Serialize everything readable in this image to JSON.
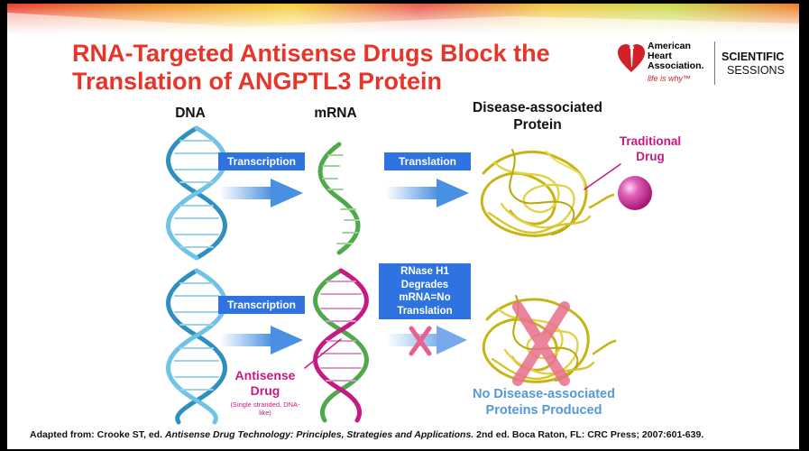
{
  "title": {
    "line1": "RNA-Targeted Antisense Drugs Block the",
    "line2": "Translation of ANGPTL3 Protein"
  },
  "logo": {
    "org_line1": "American",
    "org_line2": "Heart",
    "org_line3": "Association.",
    "tagline": "life is why™",
    "event_line1": "SCIENTIFIC",
    "event_line2": "SESSIONS"
  },
  "headings": {
    "dna": "DNA",
    "mrna": "mRNA",
    "protein_line1": "Disease-associated",
    "protein_line2": "Protein"
  },
  "top_row": {
    "step1": "Transcription",
    "step2": "Translation",
    "drug_line1": "Traditional",
    "drug_line2": "Drug"
  },
  "bottom_row": {
    "step1": "Transcription",
    "rnase_line1": "RNase H1",
    "rnase_line2": "Degrades",
    "rnase_line3": "mRNA=No",
    "rnase_line4": "Translation",
    "antisense_line1": "Antisense",
    "antisense_line2": "Drug",
    "antisense_note_line1": "(Single stranded, DNA-",
    "antisense_note_line2": "like)",
    "result_line1": "No Disease-associated",
    "result_line2": "Proteins Produced"
  },
  "footer": {
    "prefix": "Adapted from: Crooke ST, ed. ",
    "book": "Antisense Drug Technology: Principles, Strategies and Applications.",
    "suffix": " 2nd ed. Boca Raton, FL: CRC Press; 2007:601-639."
  },
  "colors": {
    "title": "#e8352a",
    "label_bg": "#2e73e0",
    "dna": "#3aa0cf",
    "mrna": "#5cb55a",
    "antisense": "#c51a84",
    "protein": "#d7c62a",
    "result_text": "#5599d8"
  }
}
